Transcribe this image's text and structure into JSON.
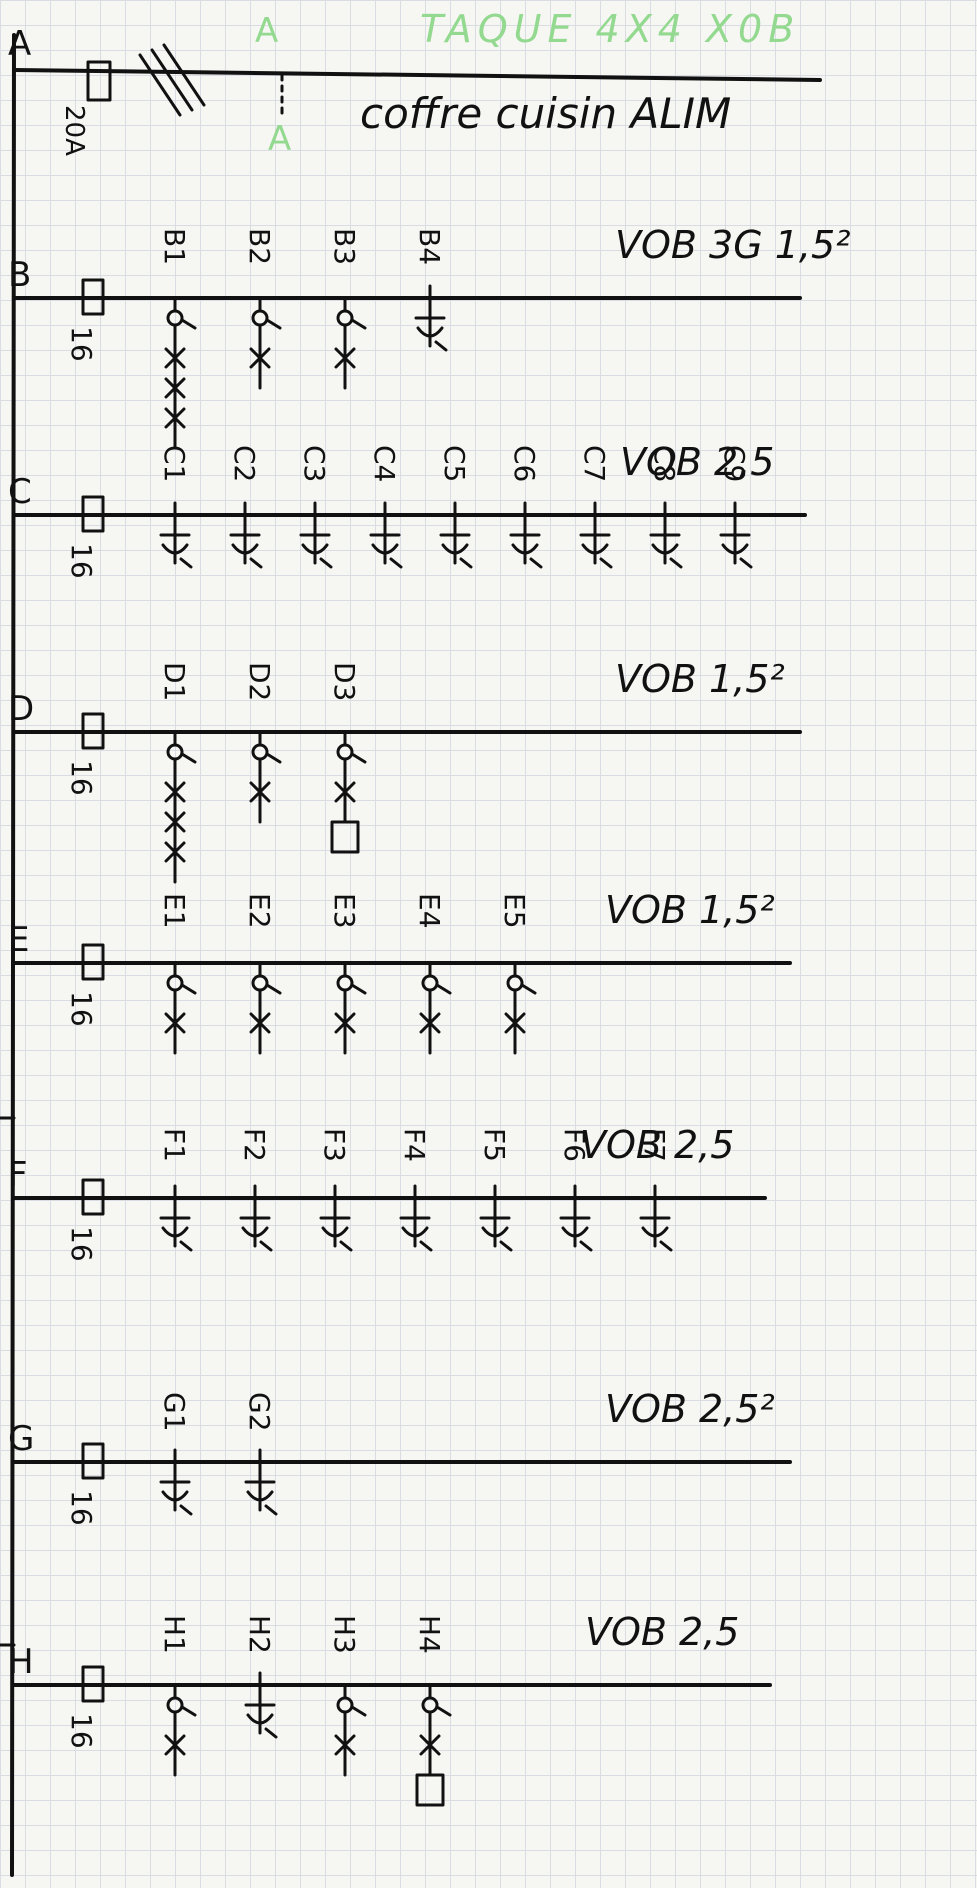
{
  "header": {
    "title": "TAQUE 4X4 X0B",
    "main_label": "A",
    "main_breaker": "20A",
    "note": "coffre cuisin ALIM",
    "green_mark_top": "A",
    "green_mark_bottom": "A"
  },
  "rows": [
    {
      "letter": "B",
      "breaker": "16",
      "cable": "VOB 3G 1,5²",
      "items": [
        {
          "label": "B1",
          "type": "light",
          "tail": 3,
          "box": false
        },
        {
          "label": "B2",
          "type": "light",
          "tail": 1,
          "box": false
        },
        {
          "label": "B3",
          "type": "light",
          "tail": 1,
          "box": false
        },
        {
          "label": "B4",
          "type": "socket",
          "tail": 0,
          "box": false
        }
      ]
    },
    {
      "letter": "C",
      "breaker": "16",
      "cable": "VOB 2,5",
      "items": [
        {
          "label": "C1",
          "type": "socket",
          "tail": 0,
          "box": false
        },
        {
          "label": "C2",
          "type": "socket",
          "tail": 0,
          "box": false
        },
        {
          "label": "C3",
          "type": "socket",
          "tail": 0,
          "box": false
        },
        {
          "label": "C4",
          "type": "socket",
          "tail": 0,
          "box": false
        },
        {
          "label": "C5",
          "type": "socket",
          "tail": 0,
          "box": false
        },
        {
          "label": "C6",
          "type": "socket",
          "tail": 0,
          "box": false
        },
        {
          "label": "C7",
          "type": "socket",
          "tail": 0,
          "box": false
        },
        {
          "label": "C8",
          "type": "socket",
          "tail": 0,
          "box": false
        },
        {
          "label": "C9",
          "type": "socket",
          "tail": 0,
          "box": false
        }
      ]
    },
    {
      "letter": "D",
      "breaker": "16",
      "cable": "VOB 1,5²",
      "items": [
        {
          "label": "D1",
          "type": "light",
          "tail": 3,
          "box": false
        },
        {
          "label": "D2",
          "type": "light",
          "tail": 1,
          "box": false
        },
        {
          "label": "D3",
          "type": "light",
          "tail": 1,
          "box": true
        }
      ]
    },
    {
      "letter": "E",
      "breaker": "16",
      "cable": "VOB 1,5²",
      "items": [
        {
          "label": "E1",
          "type": "light",
          "tail": 1,
          "box": false
        },
        {
          "label": "E2",
          "type": "light",
          "tail": 1,
          "box": false
        },
        {
          "label": "E3",
          "type": "light",
          "tail": 1,
          "box": false
        },
        {
          "label": "E4",
          "type": "light",
          "tail": 1,
          "box": false
        },
        {
          "label": "E5",
          "type": "light",
          "tail": 1,
          "box": false
        }
      ]
    },
    {
      "letter": "F",
      "breaker": "16",
      "cable": "VOB 2,5",
      "items": [
        {
          "label": "F1",
          "type": "socket",
          "tail": 0,
          "box": false
        },
        {
          "label": "F2",
          "type": "socket",
          "tail": 0,
          "box": false
        },
        {
          "label": "F3",
          "type": "socket",
          "tail": 0,
          "box": false
        },
        {
          "label": "F4",
          "type": "socket",
          "tail": 0,
          "box": false
        },
        {
          "label": "F5",
          "type": "socket",
          "tail": 0,
          "box": false
        },
        {
          "label": "F6",
          "type": "socket",
          "tail": 0,
          "box": false
        },
        {
          "label": "F7",
          "type": "socket",
          "tail": 0,
          "box": false
        }
      ]
    },
    {
      "letter": "G",
      "breaker": "16",
      "cable": "VOB 2,5²",
      "items": [
        {
          "label": "G1",
          "type": "socket",
          "tail": 0,
          "box": false
        },
        {
          "label": "G2",
          "type": "socket",
          "tail": 0,
          "box": false
        }
      ]
    },
    {
      "letter": "H",
      "breaker": "16",
      "cable": "VOB 2,5",
      "items": [
        {
          "label": "H1",
          "type": "light",
          "tail": 1,
          "box": false
        },
        {
          "label": "H2",
          "type": "socket",
          "tail": 0,
          "box": false
        },
        {
          "label": "H3",
          "type": "light",
          "tail": 1,
          "box": false
        },
        {
          "label": "H4",
          "type": "light",
          "tail": 0,
          "box": true
        }
      ]
    }
  ]
}
